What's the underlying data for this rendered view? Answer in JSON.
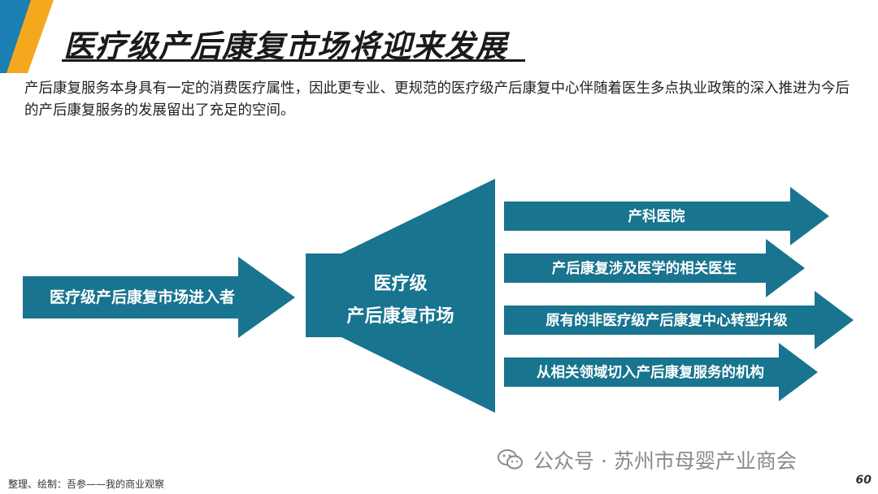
{
  "title": "医疗级产后康复市场将迎来发展",
  "intro": "产后康复服务本身具有一定的消费医疗属性，因此更专业、更规范的医疗级产后康复中心伴随着医生多点执业政策的深入推进为今后的产后康复服务的发展留出了充足的空间。",
  "diagram": {
    "entrant": "医疗级产后康复市场进入者",
    "market_line1": "医疗级",
    "market_line2": "产后康复市场",
    "outputs": [
      "产科医院",
      "产后康复涉及医学的相关医生",
      "原有的非医疗级产后康复中心转型升级",
      "从相关领域切入产后康复服务的机构"
    ]
  },
  "watermark": "公众号 · 苏州市母婴产业商会",
  "footer": "整理、绘制：吾参——我的商业观察",
  "page_number": "60",
  "colors": {
    "teal": "#18748f",
    "gold": "#f4a81d",
    "blue": "#1b7fb4"
  }
}
